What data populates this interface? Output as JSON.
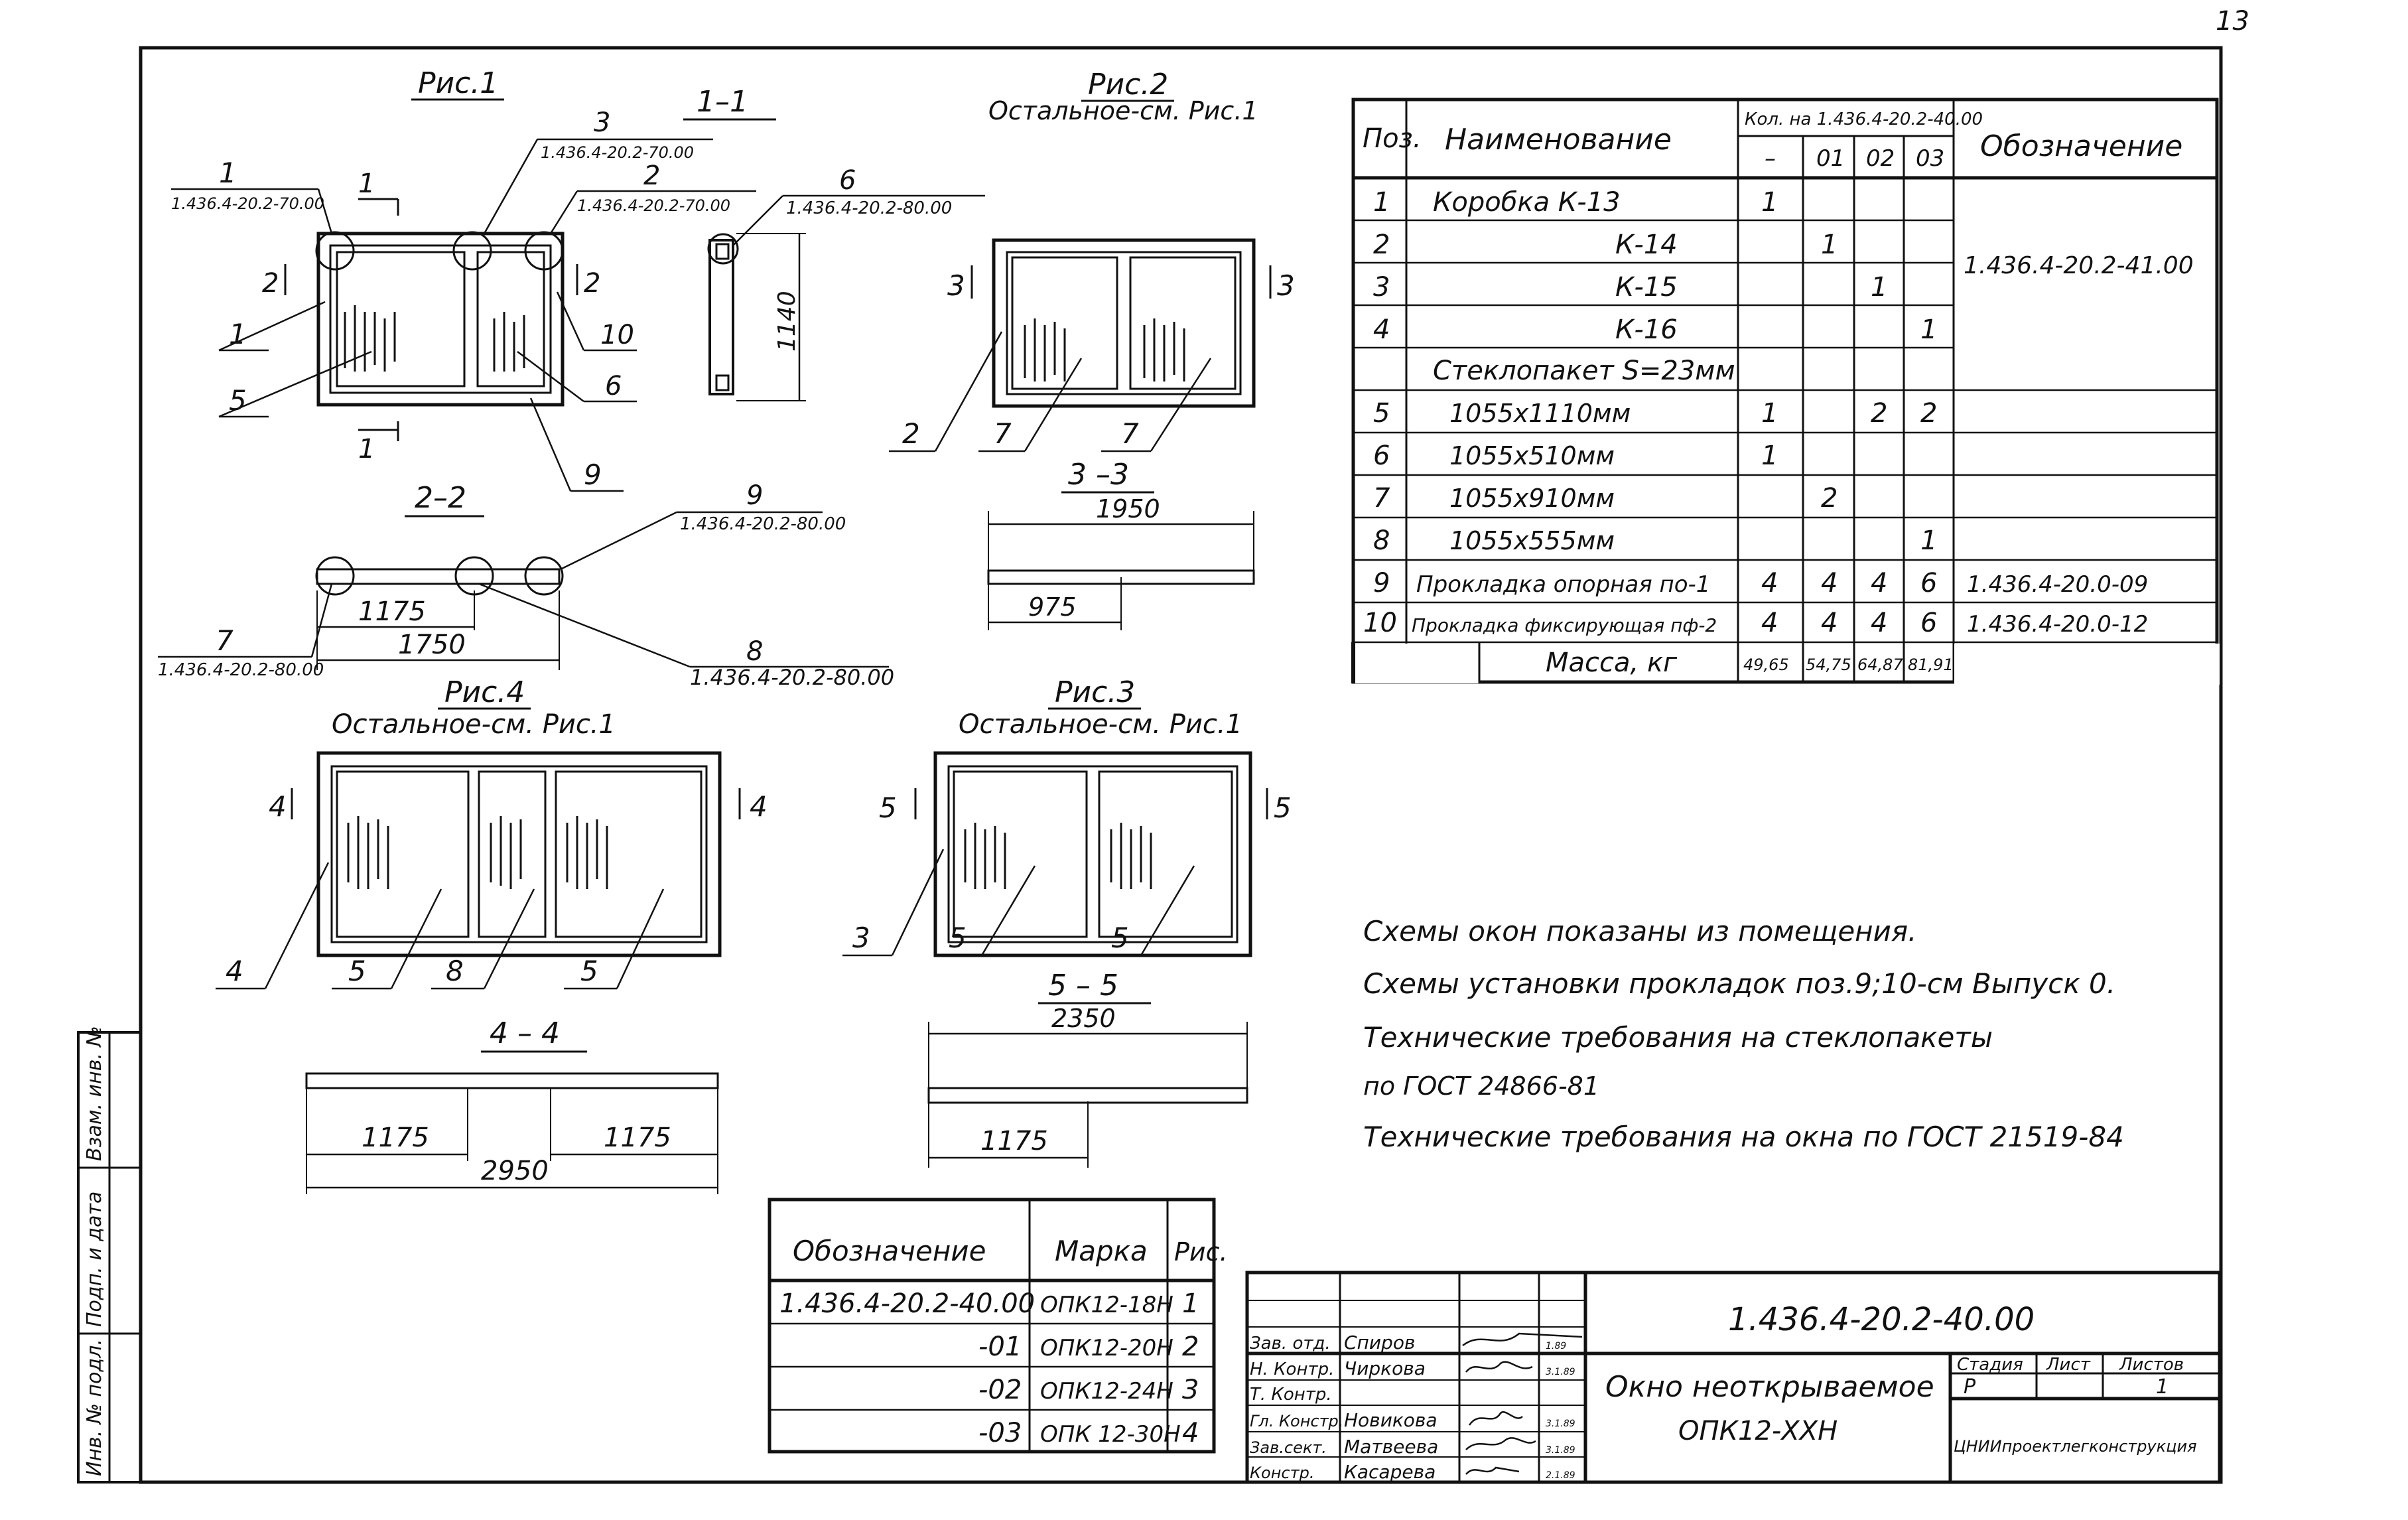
{
  "page_number": "13",
  "fig1": {
    "title": "Рис.1",
    "section_title": "1–1",
    "ref1": "1.436.4-20.2-70.00",
    "ref2": "1.436.4-20.2-70.00",
    "ref3": "1.436.4-20.2-70.00",
    "ref6": "1.436.4-20.2-80.00",
    "dim_height": "1140",
    "pos": {
      "p1": "1",
      "p2": "2",
      "p3": "3",
      "p5": "5",
      "p6": "6",
      "p9": "9",
      "p10": "10"
    },
    "cut1": "1",
    "cut2": "2"
  },
  "fig2": {
    "title": "Рис.2",
    "note": "Остальное-см. Рис.1",
    "cut": "3",
    "pos": {
      "p2": "2",
      "p7a": "7",
      "p7b": "7"
    }
  },
  "fig3": {
    "title": "Рис.3",
    "note": "Остальное-см. Рис.1",
    "cut": "5",
    "pos": {
      "p3": "3",
      "p5a": "5",
      "p5b": "5"
    }
  },
  "fig4": {
    "title": "Рис.4",
    "note": "Остальное-см. Рис.1",
    "cut": "4",
    "pos": {
      "p4": "4",
      "p5a": "5",
      "p8": "8",
      "p5b": "5"
    }
  },
  "section22": {
    "title": "2–2",
    "ref9": "1.436.4-20.2-80.00",
    "ref7": "1.436.4-20.2-80.00",
    "ref8": "1.436.4-20.2-80.00",
    "dim_a": "1175",
    "dim_total": "1750",
    "pos": {
      "p7": "7",
      "p8": "8",
      "p9": "9"
    }
  },
  "section33": {
    "title": "3 –3",
    "dim_total": "1950",
    "dim_a": "975"
  },
  "section44": {
    "title": "4 – 4",
    "dim_a": "1175",
    "dim_b": "1175",
    "dim_total": "2950"
  },
  "section55": {
    "title": "5 – 5",
    "dim_total": "2350",
    "dim_a": "1175"
  },
  "spec_table": {
    "headers": {
      "pos": "Поз.",
      "name": "Наименование",
      "qty_group": "Кол. на 1.436.4-20.2-40.00",
      "qty_cols": [
        "–",
        "01",
        "02",
        "03"
      ],
      "designation": "Обозначение"
    },
    "rows": [
      {
        "pos": "1",
        "name": "Коробка  К-13",
        "q": [
          "1",
          "",
          "",
          ""
        ]
      },
      {
        "pos": "2",
        "name": "К-14",
        "q": [
          "",
          "1",
          "",
          ""
        ]
      },
      {
        "pos": "3",
        "name": "К-15",
        "q": [
          "",
          "",
          "1",
          ""
        ]
      },
      {
        "pos": "4",
        "name": "К-16",
        "q": [
          "",
          "",
          "",
          "1"
        ]
      },
      {
        "pos": "",
        "name": "Стеклопакет  S=23мм",
        "q": [
          "",
          "",
          "",
          ""
        ]
      },
      {
        "pos": "5",
        "name": "1055x1110мм",
        "q": [
          "1",
          "",
          "2",
          "2"
        ]
      },
      {
        "pos": "6",
        "name": "1055x510мм",
        "q": [
          "1",
          "",
          "",
          ""
        ]
      },
      {
        "pos": "7",
        "name": "1055x910мм",
        "q": [
          "",
          "2",
          "",
          ""
        ]
      },
      {
        "pos": "8",
        "name": "1055x555мм",
        "q": [
          "",
          "",
          "",
          "1"
        ]
      },
      {
        "pos": "9",
        "name": "Прокладка опорная по-1",
        "q": [
          "4",
          "4",
          "4",
          "6"
        ]
      },
      {
        "pos": "10",
        "name": "Прокладка фиксирующая пф-2",
        "q": [
          "4",
          "4",
          "4",
          "6"
        ]
      }
    ],
    "group_designation": "1.436.4-20.2-41.00",
    "row9_designation": "1.436.4-20.0-09",
    "row10_designation": "1.436.4-20.0-12",
    "mass_label": "Масса, кг",
    "mass_values": [
      "49,65",
      "54,75",
      "64,87",
      "81,91"
    ]
  },
  "notes": [
    "Схемы  окон  показаны  из  помещения.",
    "Схемы  установки  прокладок  поз.9;10-см  Выпуск 0.",
    "Технические  требования  на  стеклопакеты",
    "по ГОСТ 24866-81",
    "Технические  требования  на окна  по  ГОСТ 21519-84"
  ],
  "marks_table": {
    "headers": [
      "Обозначение",
      "Марка",
      "Рис."
    ],
    "rows": [
      [
        "1.436.4-20.2-40.00",
        "ОПК12-18Н",
        "1"
      ],
      [
        "-01",
        "ОПК12-20Н",
        "2"
      ],
      [
        "-02",
        "ОПК12-24Н",
        "3"
      ],
      [
        "-03",
        "ОПК 12-30Н",
        "4"
      ]
    ]
  },
  "title_block": {
    "code": "1.436.4-20.2-40.00",
    "name_line1": "Окно  неоткрываемое",
    "name_line2": "ОПК12-ХХН",
    "stage_label": "Стадия",
    "sheet_label": "Лист",
    "sheets_label": "Листов",
    "stage_value": "Р",
    "sheets_value": "1",
    "org": "ЦНИИпроектлегконструкция",
    "staff": [
      {
        "role": "Зав. отд.",
        "name": "Спиров",
        "date": "1.89"
      },
      {
        "role": "Н. Контр.",
        "name": "Чиркова",
        "date": "3.1.89"
      },
      {
        "role": "Т. Контр.",
        "name": "",
        "date": ""
      },
      {
        "role": "Гл. Констр.",
        "name": "Новикова",
        "date": "3.1.89"
      },
      {
        "role": "Зав.сект.",
        "name": "Матвеева",
        "date": "3.1.89"
      },
      {
        "role": "Констр.",
        "name": "Касарева",
        "date": "2.1.89"
      }
    ]
  },
  "side_stamp": [
    "Инв. № подл.",
    "Подп. и дата",
    "Взам. инв. №"
  ]
}
